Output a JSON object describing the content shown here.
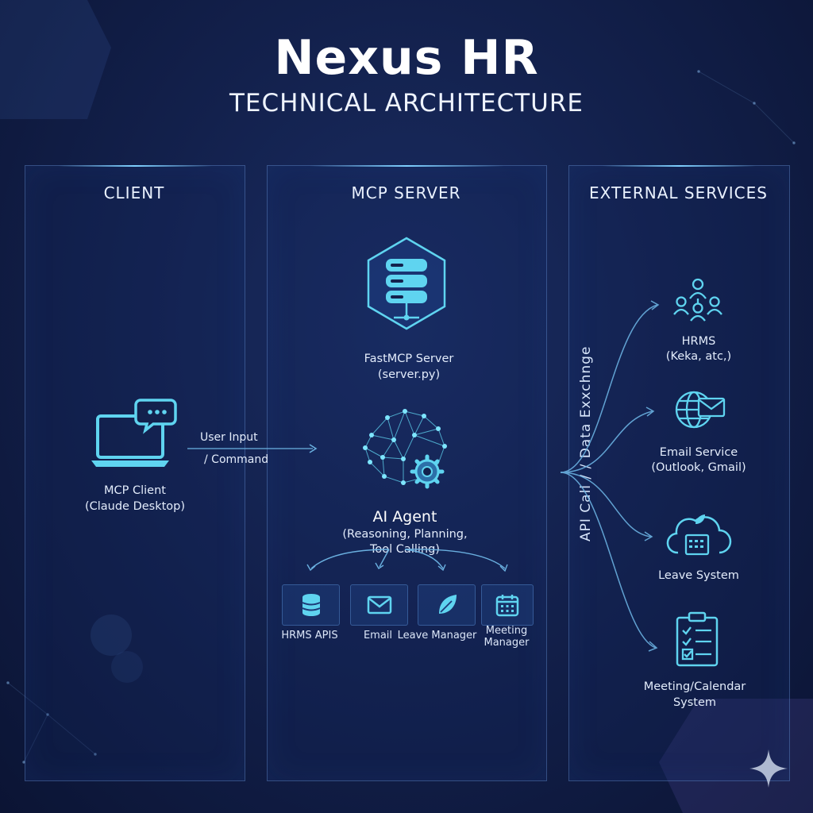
{
  "header": {
    "title": "Nexus HR",
    "subtitle": "TECHNICAL ARCHITECTURE"
  },
  "columns": {
    "client": "CLIENT",
    "server": "MCP SERVER",
    "external": "EXTERNAL SERVICES"
  },
  "client": {
    "name": "MCP Client",
    "detail": "(Claude Desktop)",
    "icon": "laptop-chat-icon",
    "arrow_line1": "User Input",
    "arrow_line2": "/ Command"
  },
  "server": {
    "fastmcp_name": "FastMCP Server",
    "fastmcp_detail": "(server.py)",
    "fastmcp_icon": "database-server-icon",
    "agent_name": "AI Agent",
    "agent_detail_line1": "(Reasoning, Planning,",
    "agent_detail_line2": "Tool Calling)",
    "agent_icon": "neural-brain-gear-icon",
    "tools": [
      {
        "label": "HRMS APIS",
        "icon": "database-icon"
      },
      {
        "label": "Email",
        "icon": "envelope-icon"
      },
      {
        "label": "Leave Manager",
        "icon": "leaf-icon"
      },
      {
        "label_line1": "Meeting",
        "label_line2": "Manager",
        "icon": "calendar-icon"
      }
    ]
  },
  "connector_label": "API Call / / Data Exxchnge",
  "external": [
    {
      "line1": "HRMS",
      "line2": "(Keka, atc,)",
      "icon": "people-network-icon"
    },
    {
      "line1": "Email Service",
      "line2": "(Outlook, Gmail)",
      "icon": "globe-mail-icon"
    },
    {
      "line1": "Leave System",
      "icon": "cloud-calendar-icon"
    },
    {
      "line1": "Meeting/Calendar",
      "line2": "System",
      "icon": "clipboard-checklist-icon"
    }
  ],
  "colors": {
    "accent": "#5fd4f0",
    "background": "#13214d",
    "panel_border": "#4f78b8"
  }
}
